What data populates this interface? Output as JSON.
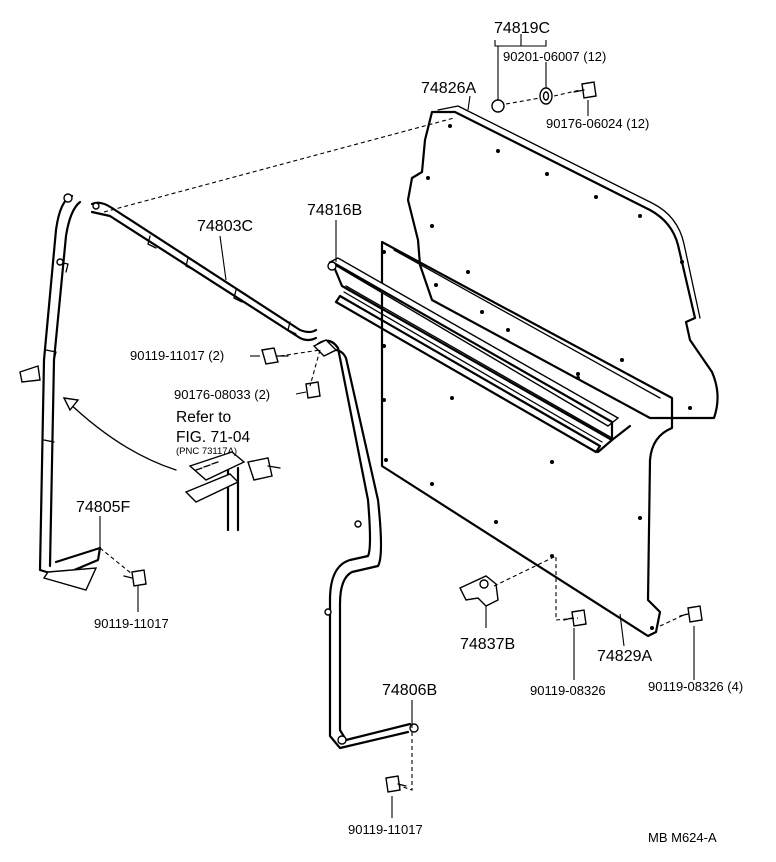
{
  "labels": {
    "p74819C": "74819C",
    "p90201": "90201-06007 (12)",
    "p74826A": "74826A",
    "p90176_06024": "90176-06024 (12)",
    "p74816B": "74816B",
    "p74803C": "74803C",
    "p90119_11017_2": "90119-11017 (2)",
    "p90176_08033": "90176-08033 (2)",
    "ref_line1": "Refer to",
    "ref_line2": "FIG. 71-04",
    "ref_line3": "(PNC 73117A)",
    "p74805F": "74805F",
    "p90119_11017_left": "90119-11017",
    "p74837B": "74837B",
    "p74829A": "74829A",
    "p90119_08326": "90119-08326",
    "p90119_08326_4": "90119-08326 (4)",
    "p74806B": "74806B",
    "p90119_11017_bottom": "90119-11017",
    "footer_code": "MB  M624-A"
  }
}
